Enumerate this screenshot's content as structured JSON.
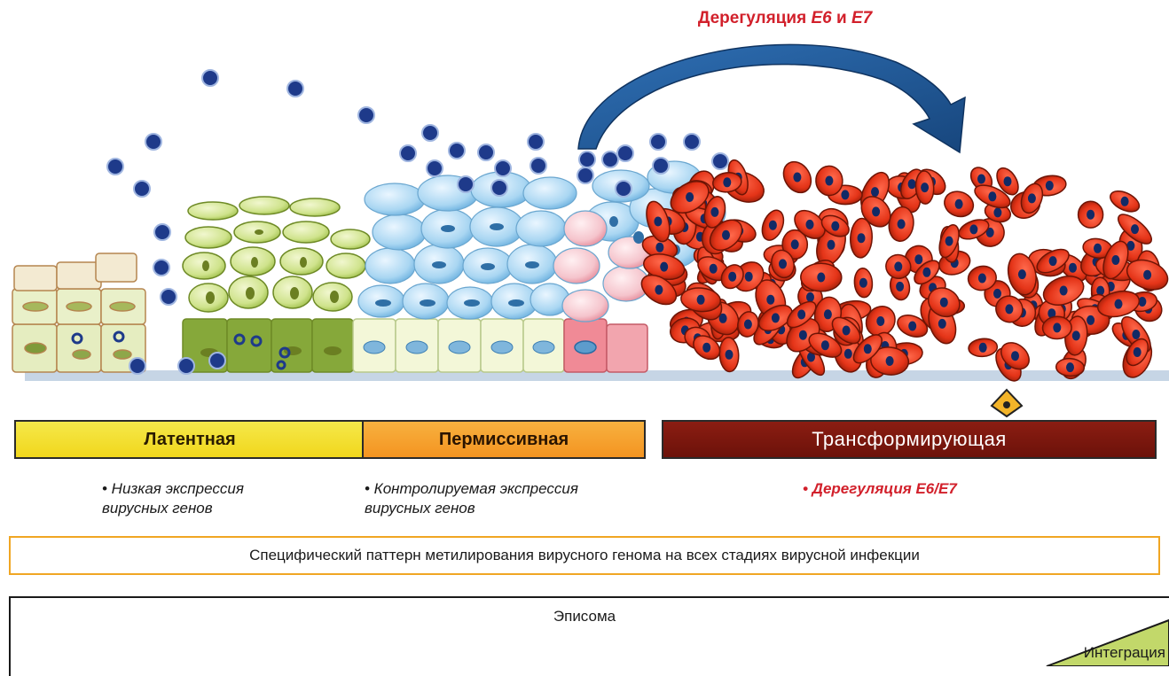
{
  "header": {
    "dereg_prefix": "Дерегуляция ",
    "dereg_e6": "E6",
    "dereg_and": " и ",
    "dereg_e7": "E7"
  },
  "stages": {
    "latent": "Латентная",
    "permissive": "Пермиссивная",
    "transforming": "Трансформирующая"
  },
  "notes": {
    "latent_line1": "• Низкая экспрессия",
    "latent_line2": "вирусных генов",
    "permissive_line1": "• Контролируемая экспрессия",
    "permissive_line2": "вирусных генов",
    "transforming": "• Дерегуляция E6/E7"
  },
  "methylation": "Специфический паттерн метилирования вирусного генома на всех стадиях вирусной инфекции",
  "episome": "Эписома",
  "integration": "Интеграция",
  "colors": {
    "accent_red": "#d2202b",
    "arrow_blue": "#1f5a9a",
    "virion_blue": "#1e3a8a",
    "latent_yellow": "#f1d71c",
    "permissive_orange": "#f49421",
    "transforming_dark_red": "#7a170d",
    "methylation_border": "#f0a623",
    "integration_green": "#c2d86a"
  }
}
